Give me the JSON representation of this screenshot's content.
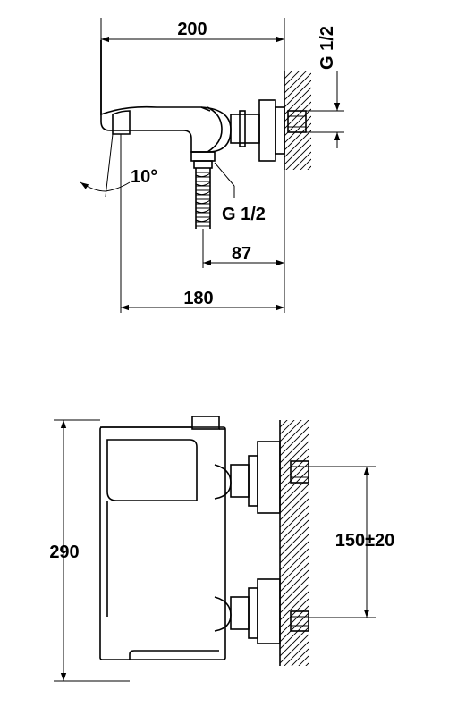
{
  "top_view": {
    "dim_width_total": "200",
    "dim_width_base": "180",
    "dim_outlet_offset": "87",
    "dim_angle": "10°",
    "thread_wall": "G 1/2",
    "thread_outlet": "G 1/2"
  },
  "front_view": {
    "dim_height": "290",
    "dim_inlet_spacing": "150±20"
  }
}
